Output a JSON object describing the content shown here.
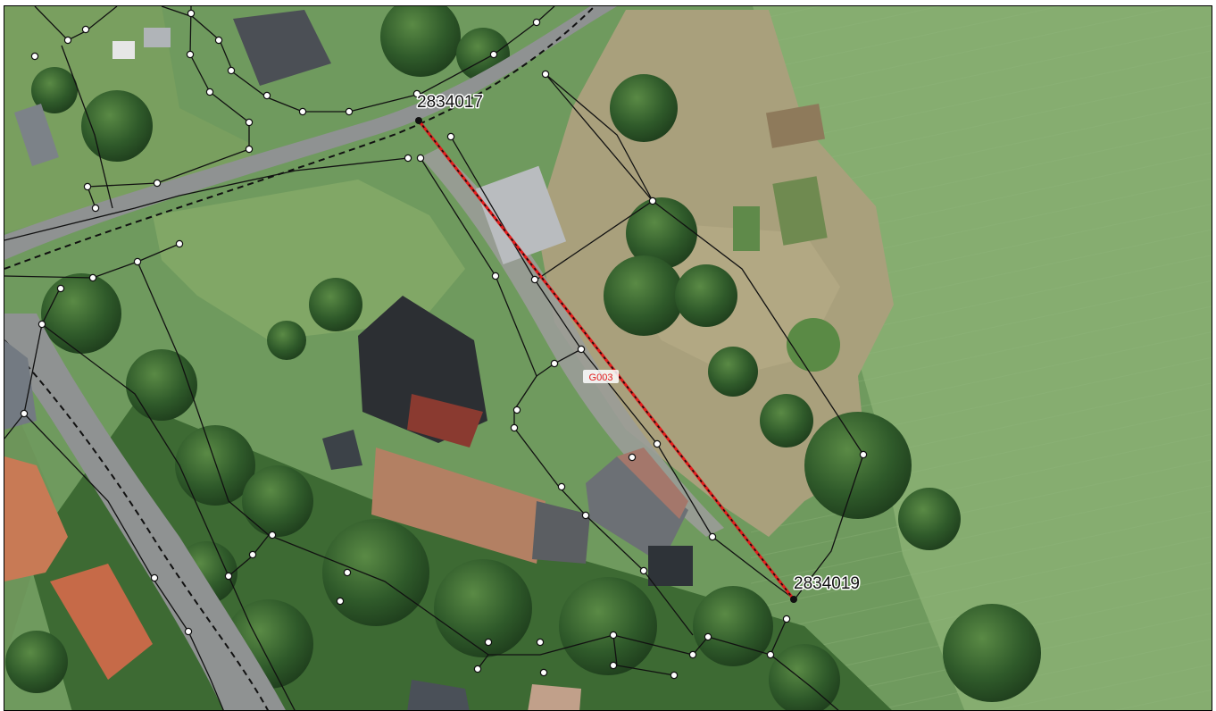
{
  "map": {
    "points": {
      "start_label": "2834017",
      "end_label": "2834019"
    },
    "segment": {
      "label": "G003",
      "color": "#e21b1b"
    },
    "colors": {
      "field": "#7ea86a",
      "road": "#8f9292",
      "boundary": "#111111",
      "vertex_fill": "#ffffff"
    }
  }
}
